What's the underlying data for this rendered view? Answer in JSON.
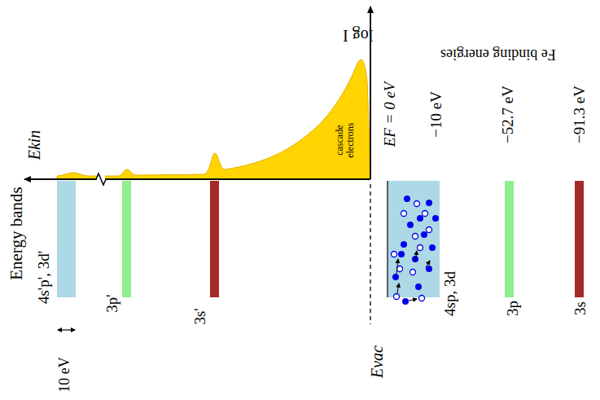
{
  "diagram": {
    "labels": [
      "Energy bands",
      "4s'p', 3d'",
      "3p'",
      "3s'",
      "10 eV",
      "Ekin",
      "log I",
      "cascade electrons",
      "EF = 0 eV",
      "−10 eV",
      "−52.7 eV",
      "−91.3 eV",
      "Fe binding energies",
      "Evac",
      "4sp, 3d",
      "3p",
      "3s"
    ]
  }
}
